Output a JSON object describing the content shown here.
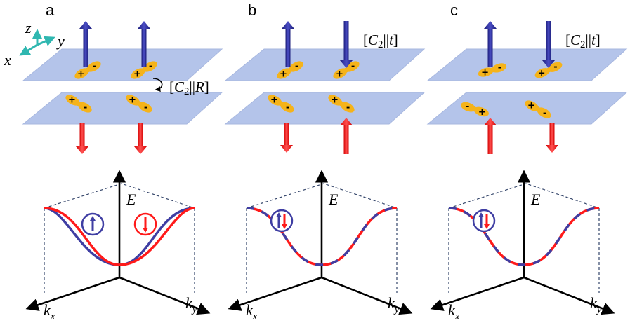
{
  "colors": {
    "up_spin": "#2e3192",
    "down_spin": "#ff1a1a",
    "band_blue": "#3f3ea3",
    "band_red": "#ff1a1a",
    "plane": "#b4c4ea",
    "orbital": "#f5b31a",
    "axis_teal": "#2fb7b0"
  },
  "icons": {
    "spin_up": "spin-up-arrow-icon",
    "spin_down": "spin-down-arrow-icon",
    "orbital": "dumbbell-orbital-icon",
    "rotation": "curved-rotation-arrow-icon",
    "coordinates": "xyz-axes-icon"
  },
  "coords": {
    "x": "x",
    "y": "y",
    "z": "z"
  },
  "orbital_signs": {
    "plus": "+",
    "minus": "-"
  },
  "energy_axis": "E",
  "kx": {
    "base": "k",
    "sub": "x"
  },
  "ky": {
    "base": "k",
    "sub": "y"
  },
  "panels": [
    {
      "id": "a",
      "label": "a",
      "symmetry": {
        "pre": "[",
        "sub": "C",
        "num": "2",
        "bars": "||",
        "op": "R",
        "post": "]"
      }
    },
    {
      "id": "b",
      "label": "b",
      "symmetry": {
        "pre": "[",
        "sub": "C",
        "num": "2",
        "bars": "||",
        "op": "t",
        "post": "]"
      }
    },
    {
      "id": "c",
      "label": "c",
      "symmetry": {
        "pre": "[",
        "sub": "C",
        "num": "2",
        "bars": "||",
        "op": "t",
        "post": "]"
      }
    }
  ]
}
